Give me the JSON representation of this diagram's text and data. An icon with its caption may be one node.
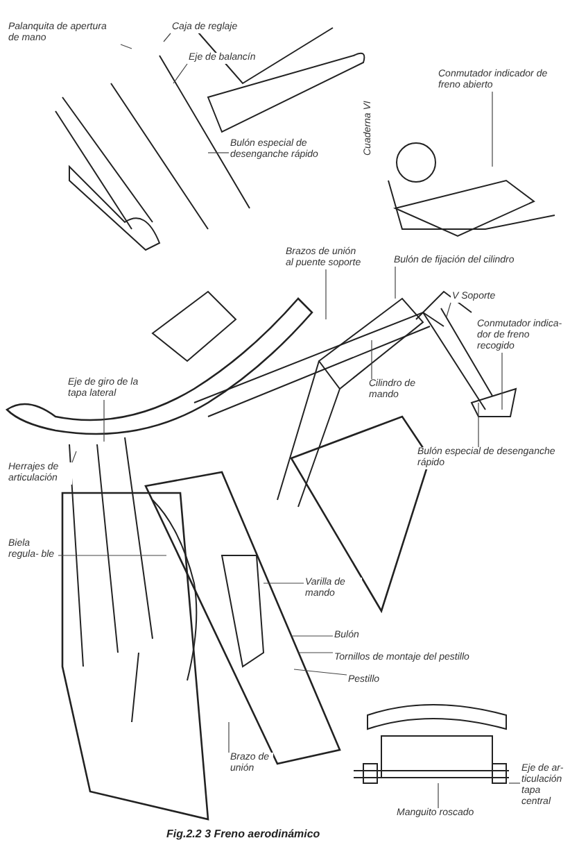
{
  "diagram": {
    "caption": "Fig.2.2 3  Freno aerodinámico",
    "nodes": [
      {
        "text": [
          "Palanquita de apertura de mano"
        ]
      },
      {
        "text": [
          "Caja de reglaje"
        ]
      },
      {
        "text": [
          "Eje de balancín"
        ]
      },
      {
        "text": [
          "Bulón especial de desenganche rápido"
        ]
      },
      {
        "text": [
          "Conmutador indicador de freno abierto"
        ]
      },
      {
        "text": [
          "Brazos de unión al puente soporte"
        ]
      },
      {
        "text": [
          "Bulón de fijación del cilindro"
        ]
      },
      {
        "text": [
          "V Soporte"
        ]
      },
      {
        "text": [
          "Conmutador indica- dor de freno recogido"
        ]
      },
      {
        "text": [
          "Cilindro de mando"
        ]
      },
      {
        "text": [
          "Eje de giro de la tapa lateral"
        ]
      },
      {
        "text": [
          "Herrajes de articulación"
        ]
      },
      {
        "text": [
          "Bulón especial de desenganche rápido"
        ]
      },
      {
        "text": [
          "Biela regula- ble"
        ]
      },
      {
        "text": [
          "Varilla de mando"
        ]
      },
      {
        "text": [
          "Bulón"
        ]
      },
      {
        "text": [
          "Tornillos de montaje del pestillo"
        ]
      },
      {
        "text": [
          "Pestillo"
        ]
      },
      {
        "text": [
          "Brazo de unión"
        ]
      },
      {
        "text": [
          "Manguito roscado"
        ]
      },
      {
        "text": [
          "Eje de ar- ticulación tapa central"
        ]
      },
      {
        "text": [],
        "shape": "picture"
      }
    ],
    "edges": [
      {
        "from": 0,
        "to": null,
        "arrow": "none"
      },
      {
        "from": 1,
        "to": null,
        "arrow": "none"
      },
      {
        "from": 2,
        "to": null,
        "arrow": "none"
      },
      {
        "from": 3,
        "to": null,
        "arrow": "none"
      },
      {
        "from": 4,
        "to": null,
        "arrow": "none"
      },
      {
        "from": 5,
        "to": null,
        "arrow": "none"
      },
      {
        "from": 6,
        "to": null,
        "arrow": "none"
      },
      {
        "from": 7,
        "to": null,
        "arrow": "none"
      },
      {
        "from": 8,
        "to": null,
        "arrow": "none"
      },
      {
        "from": 9,
        "to": null,
        "arrow": "none"
      },
      {
        "from": 10,
        "to": null,
        "arrow": "none"
      },
      {
        "from": 11,
        "to": null,
        "arrow": "none"
      },
      {
        "from": 12,
        "to": null,
        "arrow": "none"
      },
      {
        "from": 13,
        "to": null,
        "arrow": "none"
      },
      {
        "from": 14,
        "to": null,
        "arrow": "none"
      },
      {
        "from": 15,
        "to": null,
        "arrow": "none"
      },
      {
        "from": 16,
        "to": null,
        "arrow": "none"
      },
      {
        "from": 17,
        "to": null,
        "arrow": "none"
      },
      {
        "from": 18,
        "to": null,
        "arrow": "none"
      },
      {
        "from": 19,
        "to": 21,
        "arrow": "none"
      },
      {
        "from": 20,
        "to": 21,
        "arrow": "none"
      }
    ],
    "labels": [
      "Cuaderna VI"
    ]
  }
}
